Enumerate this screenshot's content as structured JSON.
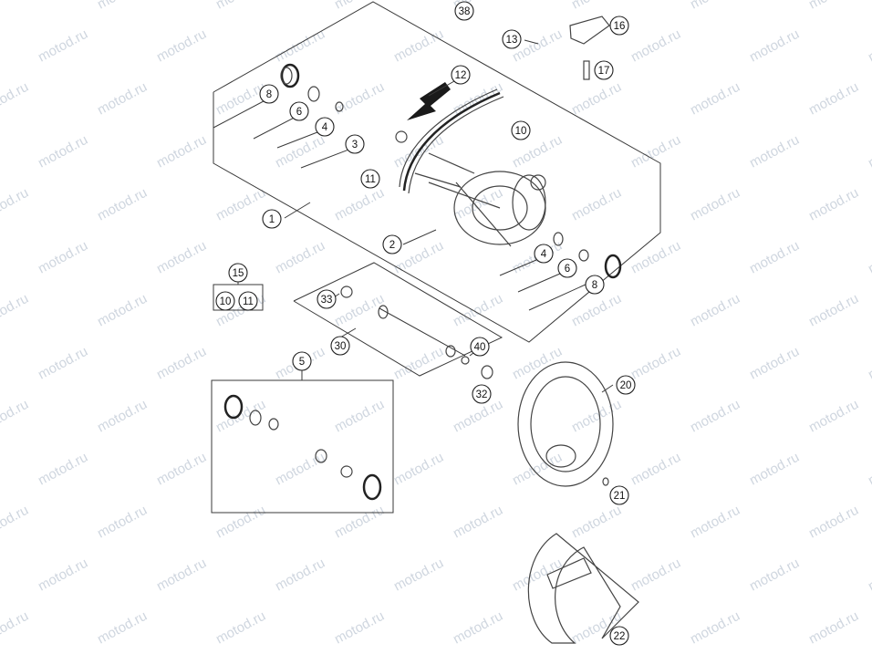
{
  "watermark": {
    "text": "motod.ru",
    "color": "#cfd6df"
  },
  "diagram": {
    "callouts": [
      {
        "id": "c38",
        "label": "38"
      },
      {
        "id": "c13",
        "label": "13"
      },
      {
        "id": "c16",
        "label": "16"
      },
      {
        "id": "c17",
        "label": "17"
      },
      {
        "id": "c12",
        "label": "12"
      },
      {
        "id": "c8a",
        "label": "8"
      },
      {
        "id": "c6a",
        "label": "6"
      },
      {
        "id": "c4a",
        "label": "4"
      },
      {
        "id": "c3",
        "label": "3"
      },
      {
        "id": "c10a",
        "label": "10"
      },
      {
        "id": "c11a",
        "label": "11"
      },
      {
        "id": "c1",
        "label": "1"
      },
      {
        "id": "c2",
        "label": "2"
      },
      {
        "id": "c4b",
        "label": "4"
      },
      {
        "id": "c6b",
        "label": "6"
      },
      {
        "id": "c8b",
        "label": "8"
      },
      {
        "id": "c15",
        "label": "15"
      },
      {
        "id": "c10b",
        "label": "10"
      },
      {
        "id": "c11b",
        "label": "11"
      },
      {
        "id": "c33",
        "label": "33"
      },
      {
        "id": "c30",
        "label": "30"
      },
      {
        "id": "c40",
        "label": "40"
      },
      {
        "id": "c32",
        "label": "32"
      },
      {
        "id": "c5",
        "label": "5"
      },
      {
        "id": "c20",
        "label": "20"
      },
      {
        "id": "c21",
        "label": "21"
      },
      {
        "id": "c22",
        "label": "22"
      }
    ]
  }
}
